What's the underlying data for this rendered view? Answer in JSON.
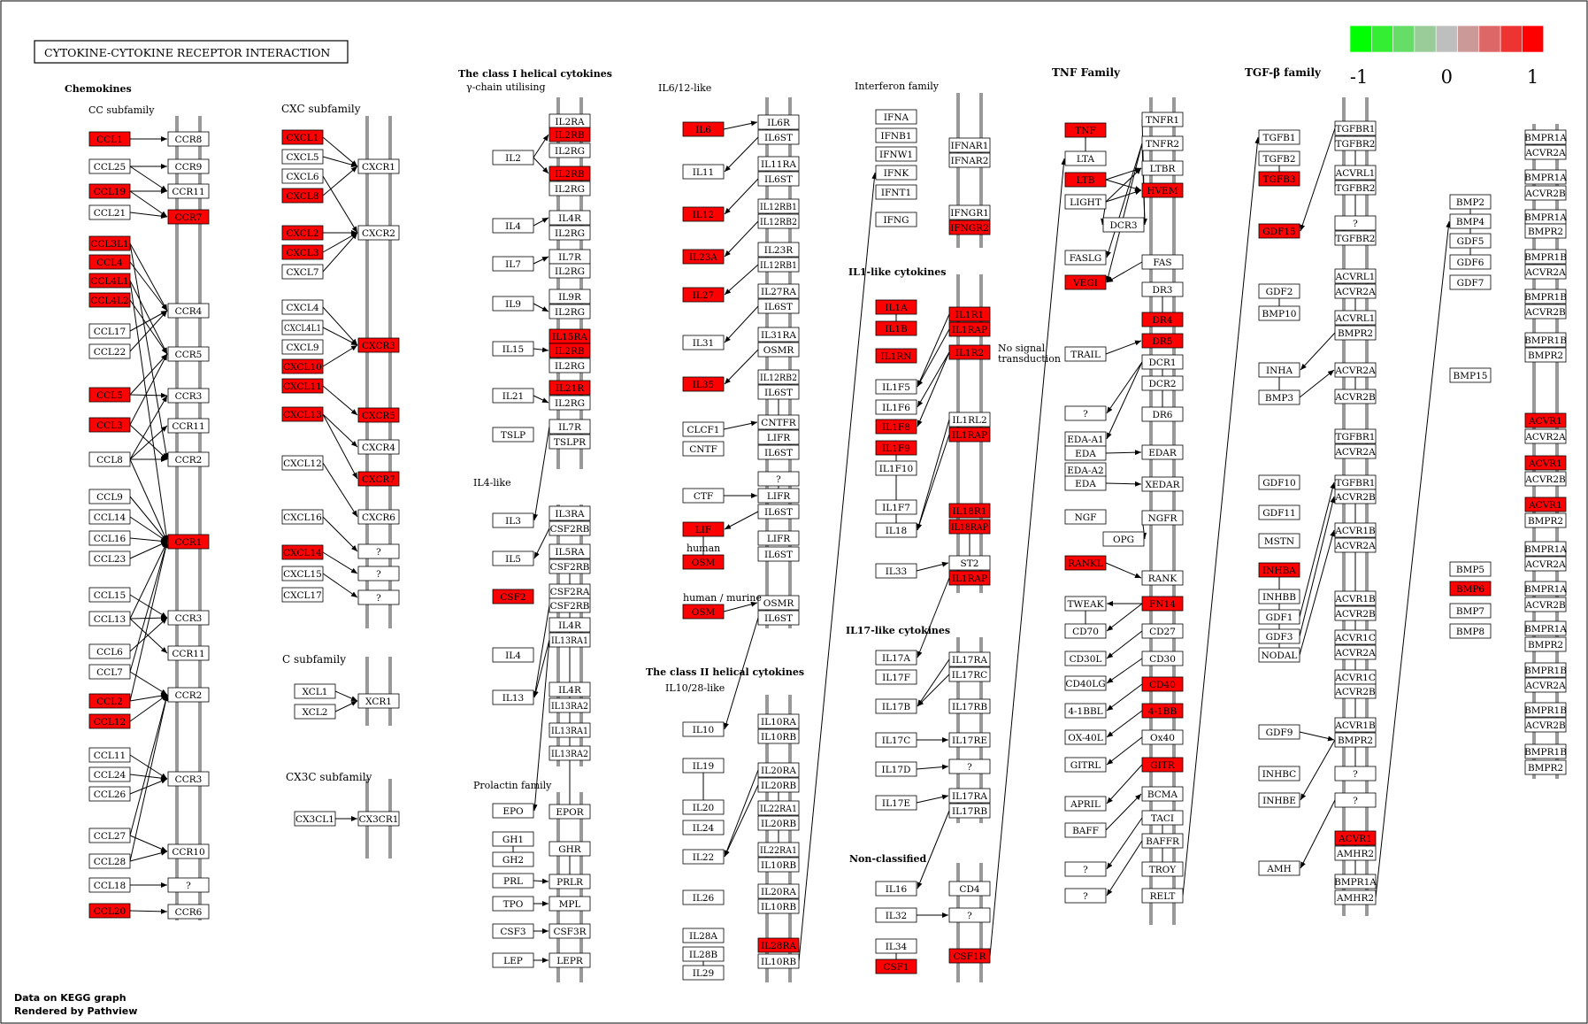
{
  "title": "CYTOKINE-CYTOKINE RECEPTOR INTERACTION",
  "footer": {
    "line1": "Data on KEGG graph",
    "line2": "Rendered by Pathview"
  },
  "legend": {
    "colors": [
      "#00ff00",
      "#33ee33",
      "#66dd66",
      "#99cc99",
      "#bebebe",
      "#cc9999",
      "#dd6666",
      "#ee3333",
      "#ff0000"
    ],
    "labels": [
      "-1",
      "0",
      "1"
    ]
  },
  "colors": {
    "up": "#ff0000",
    "none": "#ffffff",
    "membrane": "#999999"
  },
  "sections": [
    {
      "text": "Chemokines",
      "bold": true
    },
    {
      "text": "CC subfamily"
    },
    {
      "text": "CXC subfamily"
    },
    {
      "text": "C subfamily"
    },
    {
      "text": "CX3C subfamily"
    },
    {
      "text": "The class I helical cytokines",
      "bold": true
    },
    {
      "text": "γ-chain utilising"
    },
    {
      "text": "IL4-like"
    },
    {
      "text": "Prolactin family"
    },
    {
      "text": "IL6/12-like"
    },
    {
      "text": "human"
    },
    {
      "text": "human / murine"
    },
    {
      "text": "The class II helical cytokines",
      "bold": true
    },
    {
      "text": "IL10/28-like"
    },
    {
      "text": "Interferon family"
    },
    {
      "text": "IL1-like cytokines",
      "bold": true
    },
    {
      "text": "No signal"
    },
    {
      "text": "transduction"
    },
    {
      "text": "IL17-like cytokines",
      "bold": true
    },
    {
      "text": "Non-classified",
      "bold": true
    },
    {
      "text": "TNF Family",
      "bold": true
    },
    {
      "text": "TGF-β family",
      "bold": true
    }
  ],
  "nodes": [
    {
      "label": "CCL1",
      "red": true
    },
    {
      "label": "CCL25"
    },
    {
      "label": "CCL19",
      "red": true
    },
    {
      "label": "CCL21"
    },
    {
      "label": "CCL3L1",
      "red": true
    },
    {
      "label": "CCL4",
      "red": true
    },
    {
      "label": "CCL4L1",
      "red": true
    },
    {
      "label": "CCL4L2",
      "red": true
    },
    {
      "label": "CCL17"
    },
    {
      "label": "CCL22"
    },
    {
      "label": "CCL5",
      "red": true
    },
    {
      "label": "CCL3",
      "red": true
    },
    {
      "label": "CCL8"
    },
    {
      "label": "CCL9"
    },
    {
      "label": "CCL14"
    },
    {
      "label": "CCL16"
    },
    {
      "label": "CCL23"
    },
    {
      "label": "CCL15"
    },
    {
      "label": "CCL13"
    },
    {
      "label": "CCL6"
    },
    {
      "label": "CCL7"
    },
    {
      "label": "CCL2",
      "red": true
    },
    {
      "label": "CCL12",
      "red": true
    },
    {
      "label": "CCL11"
    },
    {
      "label": "CCL24"
    },
    {
      "label": "CCL26"
    },
    {
      "label": "CCL27"
    },
    {
      "label": "CCL28"
    },
    {
      "label": "CCL18"
    },
    {
      "label": "CCL20",
      "red": true
    },
    {
      "label": "CCR8"
    },
    {
      "label": "CCR9"
    },
    {
      "label": "CCR11"
    },
    {
      "label": "CCR7",
      "red": true
    },
    {
      "label": "CCR4"
    },
    {
      "label": "CCR5"
    },
    {
      "label": "CCR3"
    },
    {
      "label": "CCR11"
    },
    {
      "label": "CCR2"
    },
    {
      "label": "CCR1",
      "red": true
    },
    {
      "label": "CCR3"
    },
    {
      "label": "CCR11"
    },
    {
      "label": "CCR2"
    },
    {
      "label": "CCR3"
    },
    {
      "label": "CCR10"
    },
    {
      "label": "?"
    },
    {
      "label": "CCR6"
    },
    {
      "label": "CXCL1",
      "red": true
    },
    {
      "label": "CXCL5"
    },
    {
      "label": "CXCL6"
    },
    {
      "label": "CXCL8",
      "red": true
    },
    {
      "label": "CXCL2",
      "red": true
    },
    {
      "label": "CXCL3",
      "red": true
    },
    {
      "label": "CXCL7"
    },
    {
      "label": "CXCL4"
    },
    {
      "label": "CXCL4L1"
    },
    {
      "label": "CXCL9"
    },
    {
      "label": "CXCL10",
      "red": true
    },
    {
      "label": "CXCL11",
      "red": true
    },
    {
      "label": "CXCL13",
      "red": true
    },
    {
      "label": "CXCL12"
    },
    {
      "label": "CXCL16"
    },
    {
      "label": "CXCL14",
      "red": true
    },
    {
      "label": "CXCL15"
    },
    {
      "label": "CXCL17"
    },
    {
      "label": "CXCR1"
    },
    {
      "label": "CXCR2"
    },
    {
      "label": "CXCR3",
      "red": true
    },
    {
      "label": "CXCR5",
      "red": true
    },
    {
      "label": "CXCR4"
    },
    {
      "label": "CXCR7",
      "red": true
    },
    {
      "label": "CXCR6"
    },
    {
      "label": "?"
    },
    {
      "label": "?"
    },
    {
      "label": "?"
    },
    {
      "label": "XCL1"
    },
    {
      "label": "XCL2"
    },
    {
      "label": "XCR1"
    },
    {
      "label": "CX3CL1"
    },
    {
      "label": "CX3CR1"
    },
    {
      "label": "IL2"
    },
    {
      "label": "IL2RA"
    },
    {
      "label": "IL2RB",
      "red": true
    },
    {
      "label": "IL2RG"
    },
    {
      "label": "IL2RB",
      "red": true
    },
    {
      "label": "IL2RG"
    },
    {
      "label": "IL4"
    },
    {
      "label": "IL4R"
    },
    {
      "label": "IL2RG"
    },
    {
      "label": "IL7"
    },
    {
      "label": "IL7R"
    },
    {
      "label": "IL2RG"
    },
    {
      "label": "IL9"
    },
    {
      "label": "IL9R"
    },
    {
      "label": "IL2RG"
    },
    {
      "label": "IL15"
    },
    {
      "label": "IL15RA",
      "red": true
    },
    {
      "label": "IL2RB",
      "red": true
    },
    {
      "label": "IL2RG"
    },
    {
      "label": "IL21"
    },
    {
      "label": "IL21R",
      "red": true
    },
    {
      "label": "IL2RG"
    },
    {
      "label": "TSLP"
    },
    {
      "label": "IL7R"
    },
    {
      "label": "TSLPR"
    },
    {
      "label": "IL3"
    },
    {
      "label": "IL3RA"
    },
    {
      "label": "CSF2RB"
    },
    {
      "label": "IL5"
    },
    {
      "label": "IL5RA"
    },
    {
      "label": "CSF2RB"
    },
    {
      "label": "CSF2",
      "red": true
    },
    {
      "label": "CSF2RA"
    },
    {
      "label": "CSF2RB"
    },
    {
      "label": "IL4"
    },
    {
      "label": "IL4R"
    },
    {
      "label": "IL13RA1"
    },
    {
      "label": "IL13"
    },
    {
      "label": "IL4R"
    },
    {
      "label": "IL13RA2"
    },
    {
      "label": "IL13RA1"
    },
    {
      "label": "IL13RA2"
    },
    {
      "label": "EPO"
    },
    {
      "label": "EPOR"
    },
    {
      "label": "GH1"
    },
    {
      "label": "GH2"
    },
    {
      "label": "GHR"
    },
    {
      "label": "PRL"
    },
    {
      "label": "PRLR"
    },
    {
      "label": "TPO"
    },
    {
      "label": "MPL"
    },
    {
      "label": "CSF3"
    },
    {
      "label": "CSF3R"
    },
    {
      "label": "LEP"
    },
    {
      "label": "LEPR"
    },
    {
      "label": "IL6",
      "red": true
    },
    {
      "label": "IL6R"
    },
    {
      "label": "IL6ST"
    },
    {
      "label": "IL11"
    },
    {
      "label": "IL11RA"
    },
    {
      "label": "IL6ST"
    },
    {
      "label": "IL12",
      "red": true
    },
    {
      "label": "IL12RB1"
    },
    {
      "label": "IL12RB2"
    },
    {
      "label": "IL23A",
      "red": true
    },
    {
      "label": "IL23R"
    },
    {
      "label": "IL12RB1"
    },
    {
      "label": "IL27",
      "red": true
    },
    {
      "label": "IL27RA"
    },
    {
      "label": "IL6ST"
    },
    {
      "label": "IL31"
    },
    {
      "label": "IL31RA"
    },
    {
      "label": "OSMR"
    },
    {
      "label": "IL35",
      "red": true
    },
    {
      "label": "IL12RB2"
    },
    {
      "label": "IL6ST"
    },
    {
      "label": "CLCF1"
    },
    {
      "label": "CNTF"
    },
    {
      "label": "CNTFR"
    },
    {
      "label": "LIFR"
    },
    {
      "label": "IL6ST"
    },
    {
      "label": "CTF"
    },
    {
      "label": "?"
    },
    {
      "label": "LIFR"
    },
    {
      "label": "IL6ST"
    },
    {
      "label": "LIF",
      "red": true
    },
    {
      "label": "OSM",
      "red": true
    },
    {
      "label": "LIFR"
    },
    {
      "label": "IL6ST"
    },
    {
      "label": "OSM",
      "red": true
    },
    {
      "label": "OSMR"
    },
    {
      "label": "IL6ST"
    },
    {
      "label": "IL10"
    },
    {
      "label": "IL10RA"
    },
    {
      "label": "IL10RB"
    },
    {
      "label": "IL19"
    },
    {
      "label": "IL20"
    },
    {
      "label": "IL24"
    },
    {
      "label": "IL20RA"
    },
    {
      "label": "IL20RB"
    },
    {
      "label": "IL22RA1"
    },
    {
      "label": "IL20RB"
    },
    {
      "label": "IL22"
    },
    {
      "label": "IL22RA1"
    },
    {
      "label": "IL10RB"
    },
    {
      "label": "IL26"
    },
    {
      "label": "IL20RA"
    },
    {
      "label": "IL10RB"
    },
    {
      "label": "IL28A"
    },
    {
      "label": "IL28B"
    },
    {
      "label": "IL29"
    },
    {
      "label": "IL28RA",
      "red": true
    },
    {
      "label": "IL10RB"
    },
    {
      "label": "IFNA"
    },
    {
      "label": "IFNB1"
    },
    {
      "label": "IFNW1"
    },
    {
      "label": "IFNK"
    },
    {
      "label": "IFNT1"
    },
    {
      "label": "IFNAR1"
    },
    {
      "label": "IFNAR2"
    },
    {
      "label": "IFNG"
    },
    {
      "label": "IFNGR1"
    },
    {
      "label": "IFNGR2",
      "red": true
    },
    {
      "label": "IL1A",
      "red": true
    },
    {
      "label": "IL1B",
      "red": true
    },
    {
      "label": "IL1RN",
      "red": true
    },
    {
      "label": "IL1R1",
      "red": true
    },
    {
      "label": "IL1RAP",
      "red": true
    },
    {
      "label": "IL1R2",
      "red": true
    },
    {
      "label": "IL1F5"
    },
    {
      "label": "IL1F6"
    },
    {
      "label": "IL1F8",
      "red": true
    },
    {
      "label": "IL1F9",
      "red": true
    },
    {
      "label": "IL1F10"
    },
    {
      "label": "IL1RL2"
    },
    {
      "label": "IL1RAP",
      "red": true
    },
    {
      "label": "IL1F7"
    },
    {
      "label": "IL18"
    },
    {
      "label": "IL18R1",
      "red": true
    },
    {
      "label": "IL18RAP",
      "red": true
    },
    {
      "label": "IL33"
    },
    {
      "label": "ST2"
    },
    {
      "label": "IL1RAP",
      "red": true
    },
    {
      "label": "IL17A"
    },
    {
      "label": "IL17F"
    },
    {
      "label": "IL17RA"
    },
    {
      "label": "IL17RC"
    },
    {
      "label": "IL17B"
    },
    {
      "label": "IL17RB"
    },
    {
      "label": "IL17C"
    },
    {
      "label": "IL17RE"
    },
    {
      "label": "IL17D"
    },
    {
      "label": "?"
    },
    {
      "label": "IL17E"
    },
    {
      "label": "IL17RA"
    },
    {
      "label": "IL17RB"
    },
    {
      "label": "IL16"
    },
    {
      "label": "CD4"
    },
    {
      "label": "IL32"
    },
    {
      "label": "?"
    },
    {
      "label": "IL34"
    },
    {
      "label": "CSF1",
      "red": true
    },
    {
      "label": "CSF1R",
      "red": true
    },
    {
      "label": "TNF",
      "red": true
    },
    {
      "label": "LTA"
    },
    {
      "label": "LTB",
      "red": true
    },
    {
      "label": "LIGHT"
    },
    {
      "label": "TNFR1"
    },
    {
      "label": "TNFR2"
    },
    {
      "label": "LTBR"
    },
    {
      "label": "HVEM",
      "red": true
    },
    {
      "label": "DCR3"
    },
    {
      "label": "FASLG"
    },
    {
      "label": "VEGI",
      "red": true
    },
    {
      "label": "FAS"
    },
    {
      "label": "DR3"
    },
    {
      "label": "TRAIL"
    },
    {
      "label": "DR4",
      "red": true
    },
    {
      "label": "DR5",
      "red": true
    },
    {
      "label": "DCR1"
    },
    {
      "label": "DCR2"
    },
    {
      "label": "?"
    },
    {
      "label": "DR6"
    },
    {
      "label": "EDA-A1"
    },
    {
      "label": "EDA"
    },
    {
      "label": "EDAR"
    },
    {
      "label": "EDA-A2"
    },
    {
      "label": "EDA"
    },
    {
      "label": "XEDAR"
    },
    {
      "label": "NGF"
    },
    {
      "label": "NGFR"
    },
    {
      "label": "OPG"
    },
    {
      "label": "RANKL",
      "red": true
    },
    {
      "label": "RANK"
    },
    {
      "label": "TWEAK"
    },
    {
      "label": "FN14",
      "red": true
    },
    {
      "label": "CD70"
    },
    {
      "label": "CD27"
    },
    {
      "label": "CD30L"
    },
    {
      "label": "CD30"
    },
    {
      "label": "CD40LG"
    },
    {
      "label": "CD40",
      "red": true
    },
    {
      "label": "4-1BBL"
    },
    {
      "label": "4-1BB",
      "red": true
    },
    {
      "label": "OX-40L"
    },
    {
      "label": "Ox40"
    },
    {
      "label": "GITRL"
    },
    {
      "label": "GITR",
      "red": true
    },
    {
      "label": "APRIL"
    },
    {
      "label": "BAFF"
    },
    {
      "label": "BCMA"
    },
    {
      "label": "TACI"
    },
    {
      "label": "BAFFR"
    },
    {
      "label": "?"
    },
    {
      "label": "TROY"
    },
    {
      "label": "?"
    },
    {
      "label": "RELT"
    },
    {
      "label": "TGFB1"
    },
    {
      "label": "TGFB2"
    },
    {
      "label": "TGFB3",
      "red": true
    },
    {
      "label": "TGFBR1"
    },
    {
      "label": "TGFBR2"
    },
    {
      "label": "ACVRL1"
    },
    {
      "label": "TGFBR2"
    },
    {
      "label": "GDF15",
      "red": true
    },
    {
      "label": "?"
    },
    {
      "label": "TGFBR2"
    },
    {
      "label": "GDF2"
    },
    {
      "label": "BMP10"
    },
    {
      "label": "ACVRL1"
    },
    {
      "label": "ACVR2A"
    },
    {
      "label": "ACVRL1"
    },
    {
      "label": "BMPR2"
    },
    {
      "label": "INHA"
    },
    {
      "label": "BMP3"
    },
    {
      "label": "ACVR2A"
    },
    {
      "label": "ACVR2B"
    },
    {
      "label": "TGFBR1"
    },
    {
      "label": "ACVR2A"
    },
    {
      "label": "GDF10"
    },
    {
      "label": "GDF11"
    },
    {
      "label": "MSTN"
    },
    {
      "label": "INHBA",
      "red": true
    },
    {
      "label": "INHBB"
    },
    {
      "label": "GDF1"
    },
    {
      "label": "GDF3"
    },
    {
      "label": "NODAL"
    },
    {
      "label": "TGFBR1"
    },
    {
      "label": "ACVR2B"
    },
    {
      "label": "ACVR1B"
    },
    {
      "label": "ACVR2A"
    },
    {
      "label": "ACVR1B"
    },
    {
      "label": "ACVR2B"
    },
    {
      "label": "ACVR1C"
    },
    {
      "label": "ACVR2A"
    },
    {
      "label": "ACVR1C"
    },
    {
      "label": "ACVR2B"
    },
    {
      "label": "GDF9"
    },
    {
      "label": "ACVR1B"
    },
    {
      "label": "BMPR2"
    },
    {
      "label": "INHBC"
    },
    {
      "label": "?"
    },
    {
      "label": "INHBE"
    },
    {
      "label": "?"
    },
    {
      "label": "AMH"
    },
    {
      "label": "ACVR1",
      "red": true
    },
    {
      "label": "AMHR2"
    },
    {
      "label": "BMPR1A"
    },
    {
      "label": "AMHR2"
    },
    {
      "label": "BMP2"
    },
    {
      "label": "BMP4"
    },
    {
      "label": "GDF5"
    },
    {
      "label": "GDF6"
    },
    {
      "label": "GDF7"
    },
    {
      "label": "BMP15"
    },
    {
      "label": "BMPR1A"
    },
    {
      "label": "ACVR2A"
    },
    {
      "label": "BMPR1A"
    },
    {
      "label": "ACVR2B"
    },
    {
      "label": "BMPR1A"
    },
    {
      "label": "BMPR2"
    },
    {
      "label": "BMPR1B"
    },
    {
      "label": "ACVR2A"
    },
    {
      "label": "BMPR1B"
    },
    {
      "label": "ACVR2B"
    },
    {
      "label": "BMPR1B"
    },
    {
      "label": "BMPR2"
    },
    {
      "label": "BMP5"
    },
    {
      "label": "BMP6",
      "red": true
    },
    {
      "label": "BMP7"
    },
    {
      "label": "BMP8"
    },
    {
      "label": "ACVR1",
      "red": true
    },
    {
      "label": "ACVR2A"
    },
    {
      "label": "ACVR1",
      "red": true
    },
    {
      "label": "ACVR2B"
    },
    {
      "label": "ACVR1",
      "red": true
    },
    {
      "label": "BMPR2"
    },
    {
      "label": "BMPR1A"
    },
    {
      "label": "ACVR2A"
    },
    {
      "label": "BMPR1A"
    },
    {
      "label": "ACVR2B"
    },
    {
      "label": "BMPR1A"
    },
    {
      "label": "BMPR2"
    },
    {
      "label": "BMPR1B"
    },
    {
      "label": "ACVR2A"
    },
    {
      "label": "BMPR1B"
    },
    {
      "label": "ACVR2B"
    },
    {
      "label": "BMPR1B"
    },
    {
      "label": "BMPR2"
    }
  ]
}
